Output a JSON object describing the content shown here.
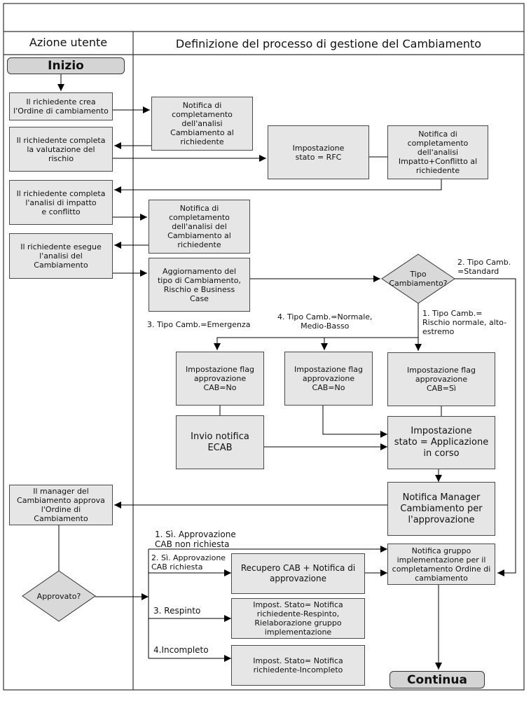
{
  "headers": {
    "lane_left": "Azione utente",
    "lane_right": "Definizione del processo di gestione del Cambiamento"
  },
  "terminals": {
    "start": "Inizio",
    "end": "Continua"
  },
  "left_boxes": {
    "l1": "Il richiedente crea\nl'Ordine di cambiamento",
    "l2": "Il richiedente completa\nla valutazione del\nrischio",
    "l3": "Il richiedente completa\nl'analisi di impatto\ne conflitto",
    "l4": "Il richiedente esegue\nl'analisi del\nCambiamento",
    "l5": "Il manager del\nCambiamento approva\nl'Ordine di\nCambiamento"
  },
  "right_boxes": {
    "r1": "Notifica di\ncompletamento\ndell'analisi\nCambiamento al\nrichiedente",
    "r2": "Impostazione\nstato = RFC",
    "r3": "Notifica di\ncompletamento\ndell'analisi\nImpatto+Conflitto al\nrichiedente",
    "r4": "Notifica di\ncompletamento\ndell'analisi del\nCambiamento al\nrichiedente",
    "r5": "Aggiornamento del\ntipo di Cambiamento,\nRischio e Business\nCase",
    "f1": "Impostazione flag\napprovazione\nCAB=No",
    "f2": "Impostazione flag\napprovazione\nCAB=No",
    "f3": "Impostazione flag\napprovazione\nCAB=Sì",
    "ecab": "Invio notifica\nECAB",
    "applic": "Impostazione\nstato = Applicazione\nin corso",
    "notman": "Notifica Manager\nCambiamento per\nl'approvazione",
    "notgrp": "Notifica gruppo\nimplementazione per il\ncompletamento Ordine di\ncambiamento",
    "recup": "Recupero CAB + Notifica di\napprovazione",
    "resp": "Impost. Stato= Notifica\nrichiedente-Respinto,\nRielaborazione gruppo\nimplementazione",
    "incomp": "Impost. Stato= Notifica\nrichiedente-Incompleto"
  },
  "decisions": {
    "tipo": "Tipo\nCambiamento?",
    "approvato": "Approvato?"
  },
  "labels": {
    "standard": "2. Tipo Camb.\n=Standard",
    "normale_alto": "1. Tipo Camb.=\nRischio normale, alto-\nestremo",
    "emergenza": "3. Tipo Camb.=Emergenza",
    "normale_medio": "4. Tipo Camb.=Normale,\nMedio-Basso",
    "si_non_rich": "1. Sì. Approvazione\nCAB non richiesta",
    "si_rich": "2. Sì. Approvazione\nCAB richiesta",
    "respinto": "3. Respinto",
    "incompleto": "4.Incompleto"
  }
}
